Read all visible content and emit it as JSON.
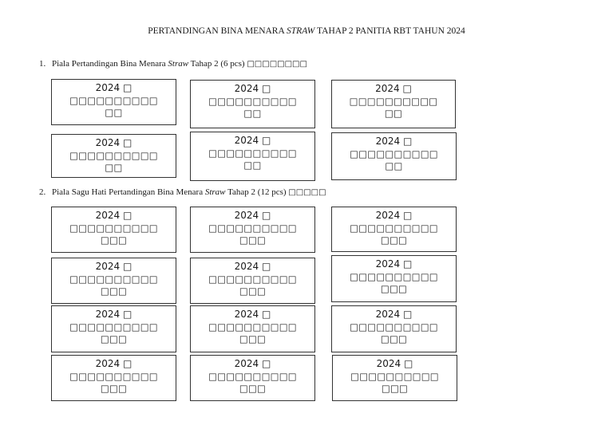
{
  "document": {
    "title_parts": {
      "before": "PERTANDINGAN BINA MENARA ",
      "italic": "STRAW",
      "after": " TAHAP 2 PANITIA RBT TAHUN 2024"
    }
  },
  "sections": [
    {
      "number": "1.",
      "heading": {
        "before": "Piala Pertandingan Bina Menara ",
        "italic": "Straw",
        "after": " Tahap 2 (6 pcs) ",
        "unrendered_glyphs": "□□□□□□□□"
      },
      "quantity": "6 pcs",
      "labels": [
        {
          "line1": "2024 □",
          "line2": "□□□□□□□□□□",
          "line3": "□□"
        },
        {
          "line1": "2024 □",
          "line2": "□□□□□□□□□□",
          "line3": "□□"
        },
        {
          "line1": "2024 □",
          "line2": "□□□□□□□□□□",
          "line3": "□□"
        },
        {
          "line1": "2024 □",
          "line2": "□□□□□□□□□□",
          "line3": "□□"
        },
        {
          "line1": "2024 □",
          "line2": "□□□□□□□□□□",
          "line3": "□□"
        },
        {
          "line1": "2024 □",
          "line2": "□□□□□□□□□□",
          "line3": "□□"
        }
      ]
    },
    {
      "number": "2.",
      "heading": {
        "before": "Piala Sagu Hati Pertandingan Bina Menara ",
        "italic": "Straw",
        "after": " Tahap 2 (12 pcs) ",
        "unrendered_glyphs": "□□□□□"
      },
      "quantity": "12 pcs",
      "labels": [
        {
          "line1": "2024 □",
          "line2": "□□□□□□□□□□",
          "line3": "□□□"
        },
        {
          "line1": "2024 □",
          "line2": "□□□□□□□□□□",
          "line3": "□□□"
        },
        {
          "line1": "2024 □",
          "line2": "□□□□□□□□□□",
          "line3": "□□□"
        },
        {
          "line1": "2024 □",
          "line2": "□□□□□□□□□□",
          "line3": "□□□"
        },
        {
          "line1": "2024 □",
          "line2": "□□□□□□□□□□",
          "line3": "□□□"
        },
        {
          "line1": "2024 □",
          "line2": "□□□□□□□□□□",
          "line3": "□□□"
        },
        {
          "line1": "2024 □",
          "line2": "□□□□□□□□□□",
          "line3": "□□□"
        },
        {
          "line1": "2024 □",
          "line2": "□□□□□□□□□□",
          "line3": "□□□"
        },
        {
          "line1": "2024 □",
          "line2": "□□□□□□□□□□",
          "line3": "□□□"
        },
        {
          "line1": "2024 □",
          "line2": "□□□□□□□□□□",
          "line3": "□□□"
        },
        {
          "line1": "2024 □",
          "line2": "□□□□□□□□□□",
          "line3": "□□□"
        },
        {
          "line1": "2024 □",
          "line2": "□□□□□□□□□□",
          "line3": "□□□"
        }
      ]
    }
  ],
  "colors": {
    "text": "#1a1a1a",
    "border": "#333333",
    "background": "#ffffff"
  }
}
